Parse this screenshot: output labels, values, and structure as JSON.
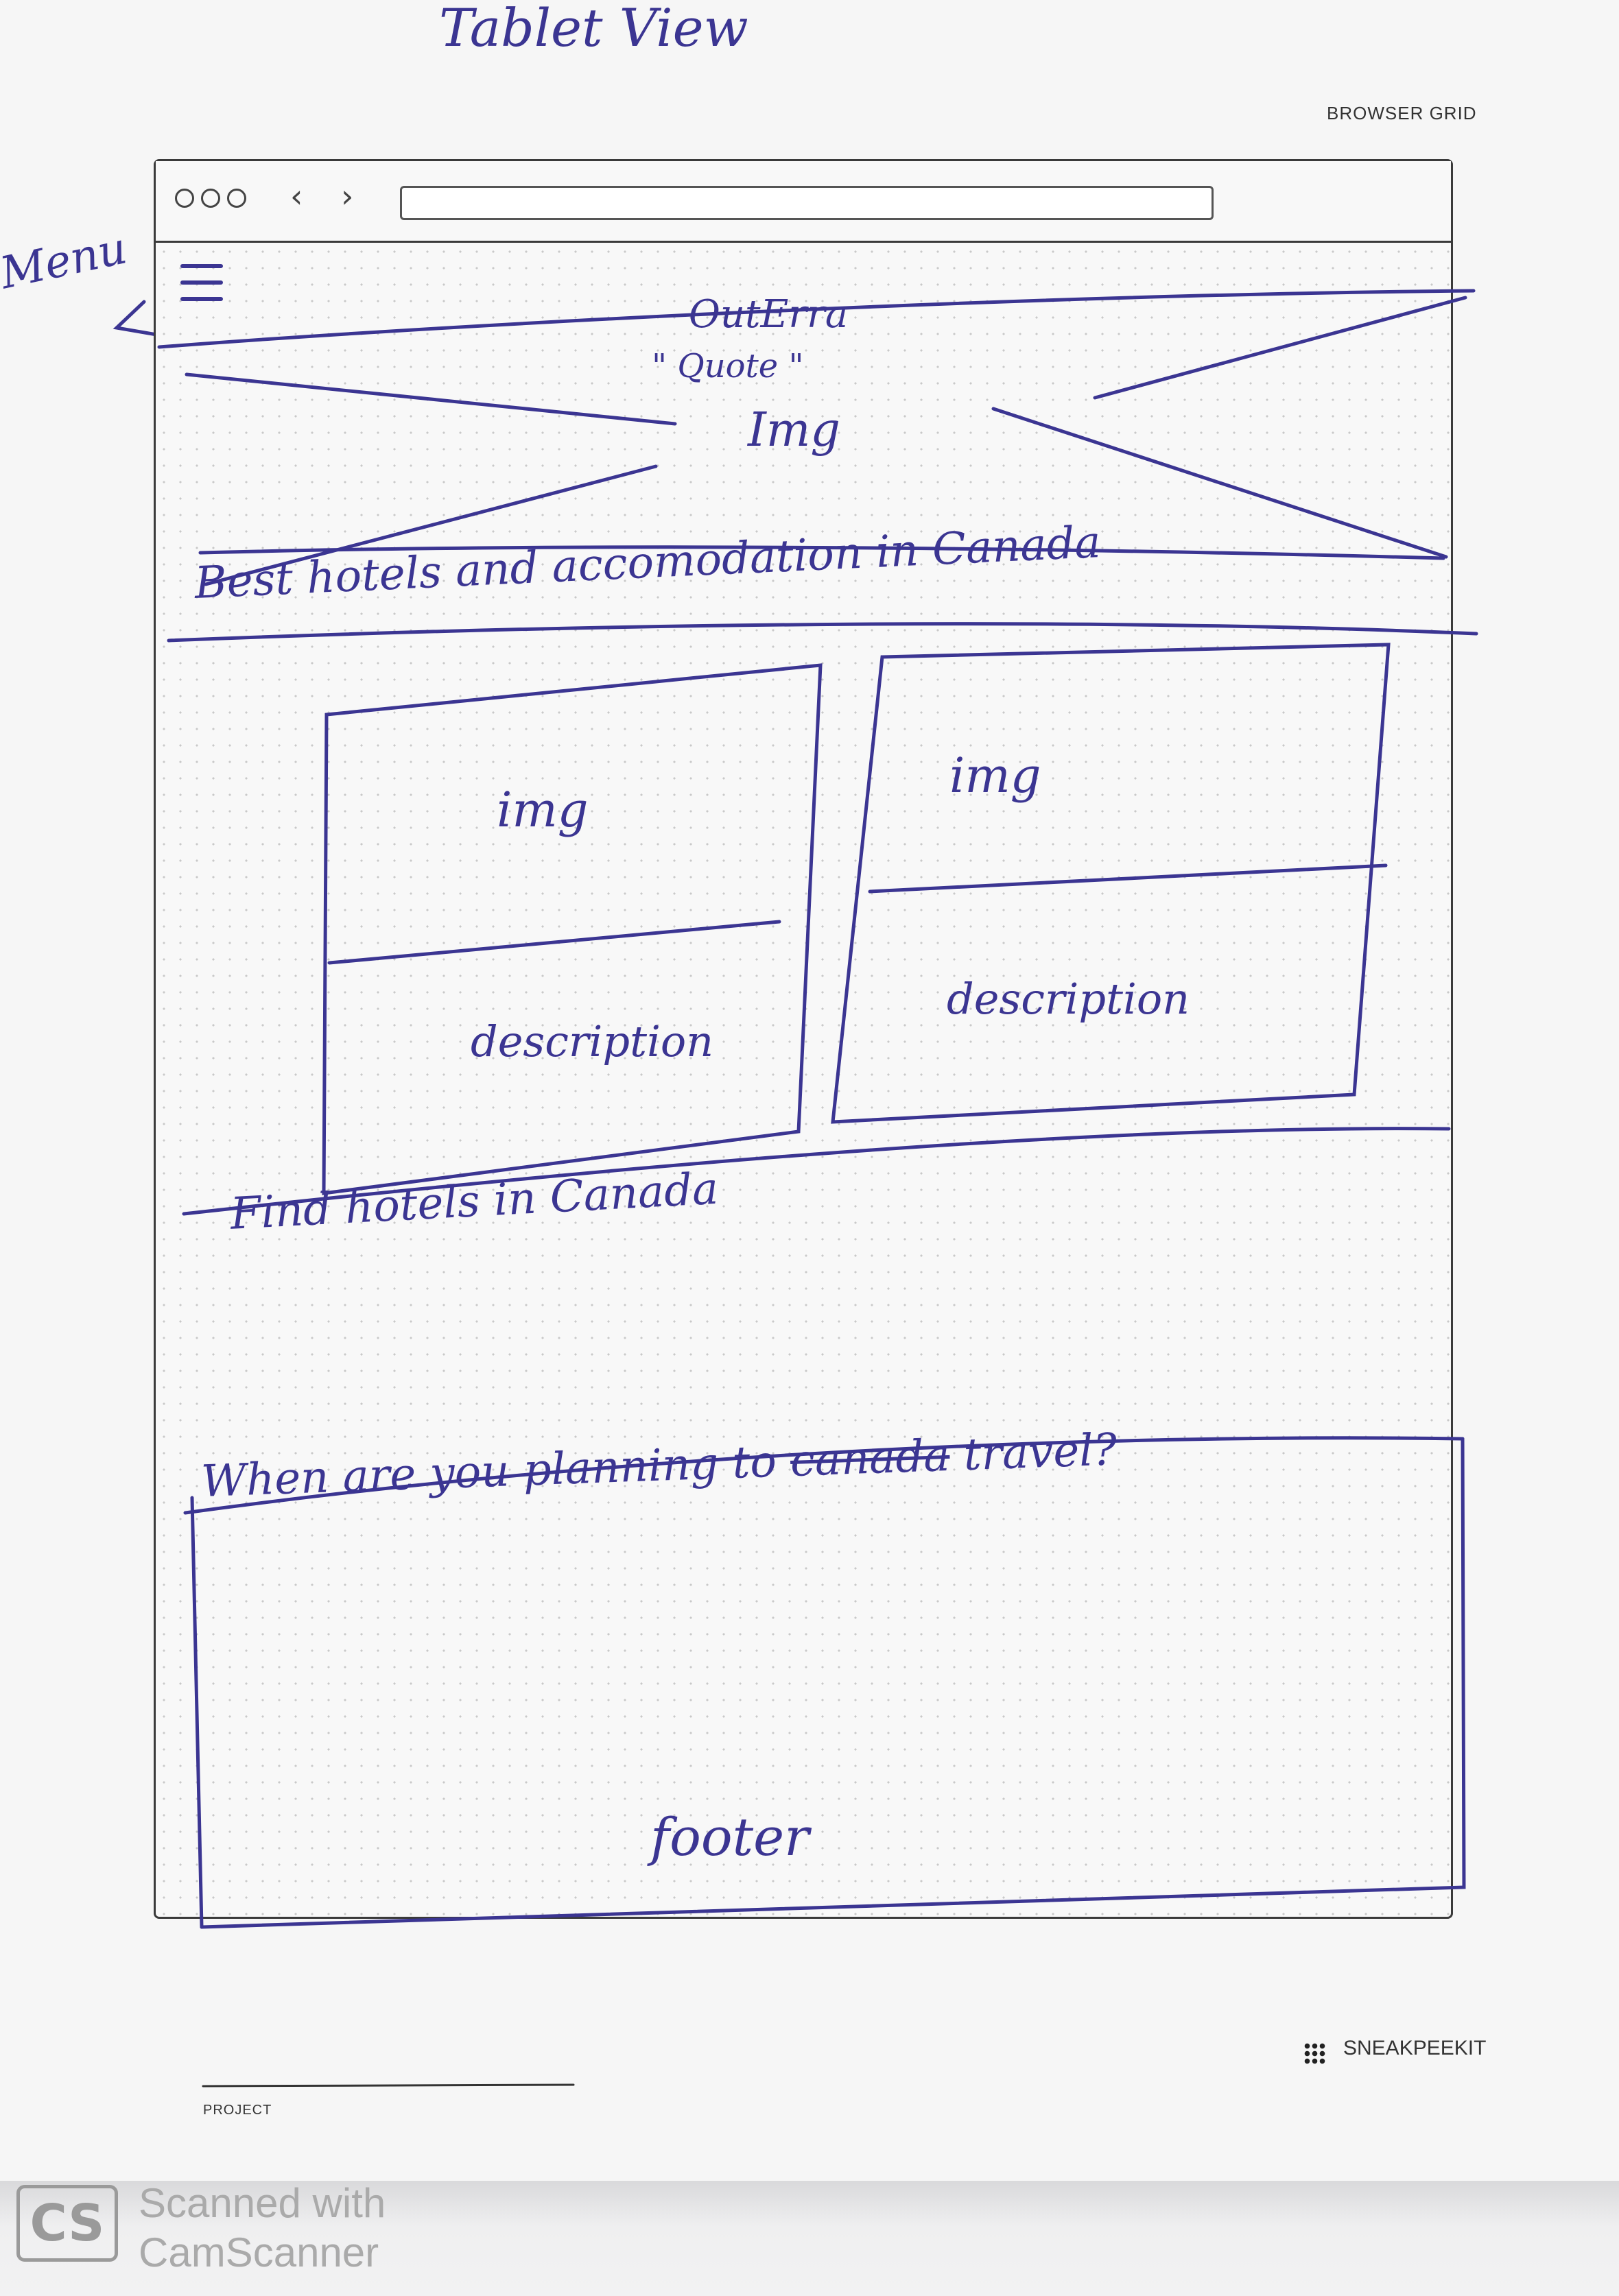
{
  "paper": {
    "heading": "Tablet View",
    "grid_label": "BROWSER GRID",
    "project_label": "PROJECT",
    "brand": "SNEAKPEEKIT"
  },
  "annotation": {
    "menu_label": "Menu"
  },
  "wireframe": {
    "hero": {
      "title": "OutErra",
      "quote": "\" Quote \"",
      "img": "Img"
    },
    "hotels_heading": "Best hotels and accomodation in Canada",
    "cards": [
      {
        "img": "img",
        "desc": "description"
      },
      {
        "img": "img",
        "desc": "description"
      }
    ],
    "find_heading": "Find hotels in Canada",
    "planning": {
      "before": "When are you planning to",
      "struck": "canada",
      "after": "travel?"
    },
    "footer": "footer"
  },
  "watermark": {
    "badge": "CS",
    "line1": "Scanned with",
    "line2": "CamScanner"
  }
}
